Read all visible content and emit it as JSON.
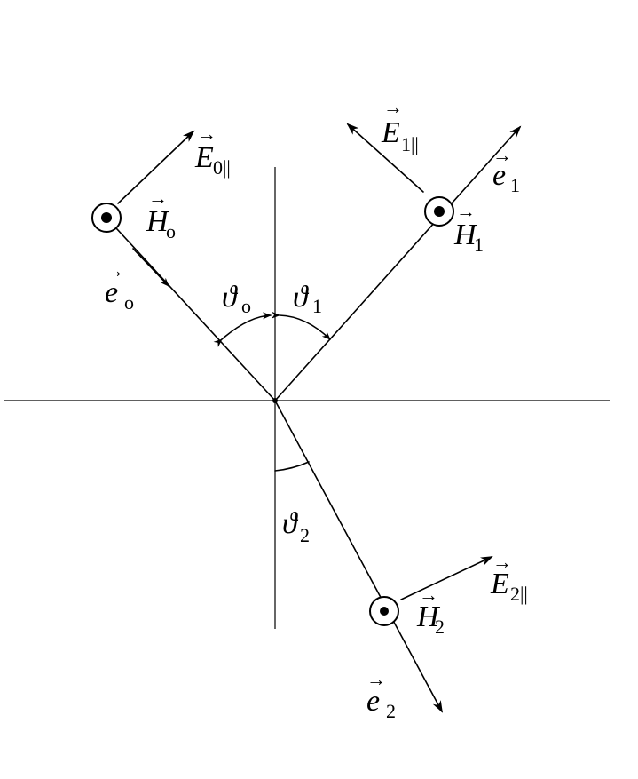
{
  "labels": {
    "e0": "e",
    "e0_sub": "o",
    "e1": "e",
    "e1_sub": "1",
    "e2": "e",
    "e2_sub": "2",
    "E0": "E",
    "E0_sub": "0||",
    "E1": "E",
    "E1_sub": "1||",
    "E2": "E",
    "E2_sub": "2||",
    "H0": "H",
    "H0_sub": "o",
    "H1": "H",
    "H1_sub": "1",
    "H2": "H",
    "H2_sub": "2",
    "theta0": "ϑ",
    "theta0_sub": "o",
    "theta1": "ϑ",
    "theta1_sub": "1",
    "theta2": "ϑ",
    "theta2_sub": "2"
  },
  "vector_arrow": "→"
}
